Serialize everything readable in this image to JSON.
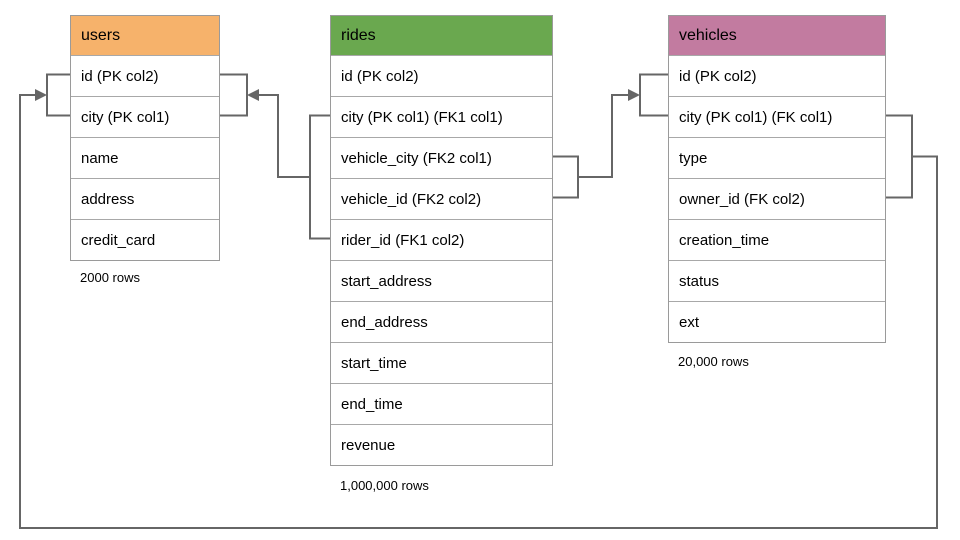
{
  "tables": [
    {
      "name": "users",
      "title": "users",
      "header_color": "#f6b26b",
      "columns": [
        "id (PK col2)",
        "city (PK col1)",
        "name",
        "address",
        "credit_card"
      ],
      "row_count": "2000 rows"
    },
    {
      "name": "rides",
      "title": "rides",
      "header_color": "#6aa84f",
      "columns": [
        "id (PK col2)",
        "city (PK col1) (FK1 col1)",
        "vehicle_city (FK2 col1)",
        "vehicle_id (FK2 col2)",
        "rider_id (FK1 col2)",
        "start_address",
        "end_address",
        "start_time",
        "end_time",
        "revenue"
      ],
      "row_count": "1,000,000 rows"
    },
    {
      "name": "vehicles",
      "title": "vehicles",
      "header_color": "#c27ba0",
      "columns": [
        "id (PK col2)",
        "city (PK col1) (FK col1)",
        "type",
        "owner_id (FK col2)",
        "creation_time",
        "status",
        "ext"
      ],
      "row_count": "20,000 rows"
    }
  ],
  "relationships": [
    {
      "name": "fk1",
      "from": "rides (city, rider_id)",
      "to": "users (city, id)"
    },
    {
      "name": "fk2",
      "from": "rides (vehicle_city, vehicle_id)",
      "to": "vehicles (city, id)"
    },
    {
      "name": "fk",
      "from": "vehicles (city, owner_id)",
      "to": "users (city, id)"
    }
  ],
  "colors": {
    "users_header": "#f6b26b",
    "rides_header": "#6aa84f",
    "vehicles_header": "#c27ba0",
    "connector": "#666666",
    "table_border": "#9a9a9a",
    "background": "#ffffff"
  }
}
